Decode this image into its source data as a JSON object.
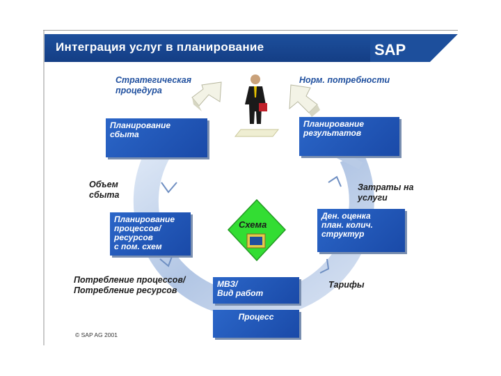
{
  "header": {
    "title": "Интеграция услуг в планирование",
    "logo_text": "SAP"
  },
  "labels": {
    "strategic": [
      "Стратегическая",
      "процедура"
    ],
    "norm": "Норм. потребности",
    "volume": [
      "Объем",
      "сбыта"
    ],
    "costs": [
      "Затраты на",
      "услуги"
    ],
    "consumption": [
      "Потребление процессов/",
      "Потребление ресурсов"
    ],
    "tariffs": "Тарифы"
  },
  "boxes": {
    "sales_planning": [
      "Планирование",
      "сбыта"
    ],
    "results_planning": [
      "Планирование",
      "результатов"
    ],
    "process_planning": [
      "Планирование",
      "процессов/",
      "ресурсов",
      "с пом. схем"
    ],
    "valuation": [
      "Ден. оценка",
      "план. колич.",
      "структур"
    ],
    "mvz": [
      "МВЗ/",
      "Вид работ"
    ],
    "process": "Процесс"
  },
  "center": {
    "label": "Схема"
  },
  "footer": {
    "copyright": "© SAP AG 2001"
  },
  "colors": {
    "header": "#1d4f9c",
    "box": "#1f55b8",
    "ring": "#b9cbe6",
    "diamond": "#33dd33"
  }
}
